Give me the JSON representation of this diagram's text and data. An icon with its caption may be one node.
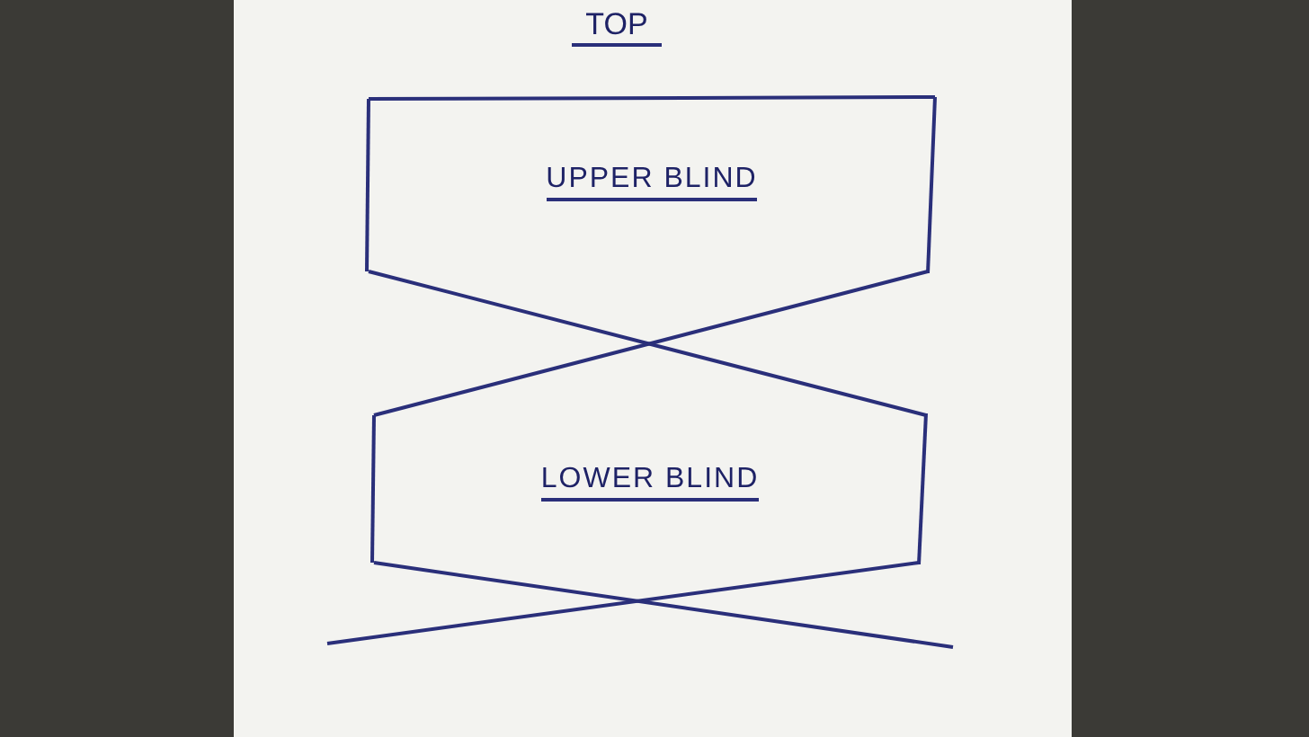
{
  "diagram": {
    "title": "TOP",
    "nodes": [
      {
        "text": [
          "UPPER BLIND"
        ]
      },
      {
        "text": [
          "LOWER BLIND"
        ]
      }
    ],
    "edges": [
      {
        "from": 0,
        "to": 1,
        "arrow": "none"
      },
      {
        "from": 0,
        "to": 1,
        "arrow": "none"
      },
      {
        "from": 1,
        "to": null,
        "arrow": "none"
      },
      {
        "from": 1,
        "to": null,
        "arrow": "none"
      }
    ]
  }
}
